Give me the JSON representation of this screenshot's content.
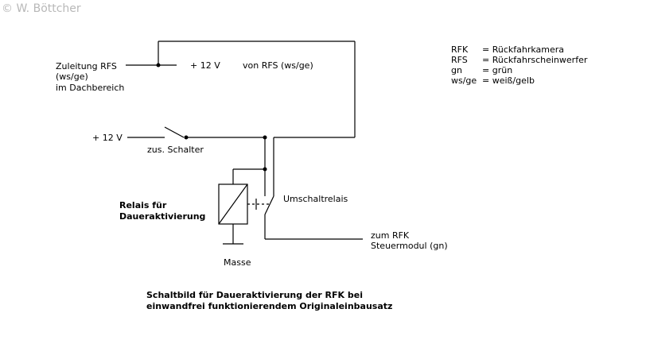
{
  "watermark": "© W. Böttcher",
  "labels": {
    "feed_line": "Zuleitung RFS",
    "feed_color": "(ws/ge)",
    "feed_location": "im Dachbereich",
    "plus12_top": "+ 12 V",
    "from_rfs": "von RFS (ws/ge)",
    "plus12_left": "+ 12 V",
    "switch": "zus. Schalter",
    "relay_title_1": "Relais für",
    "relay_title_2": "Daueraktivierung",
    "changeover_relay": "Umschaltrelais",
    "to_rfk": "zum RFK",
    "control_module": "Steuermodul (gn)",
    "ground": "Masse"
  },
  "legend": [
    {
      "abbr": "RFK",
      "meaning": "= Rückfahrkamera"
    },
    {
      "abbr": "RFS",
      "meaning": "= Rückfahrscheinwerfer"
    },
    {
      "abbr": "gn",
      "meaning": "= grün"
    },
    {
      "abbr": "ws/ge",
      "meaning": "= weiß/gelb"
    }
  ],
  "caption": {
    "line1": "Schaltbild für Daueraktivierung der RFK bei",
    "line2": "einwandfrei funktionierendem Originaleinbausatz"
  }
}
